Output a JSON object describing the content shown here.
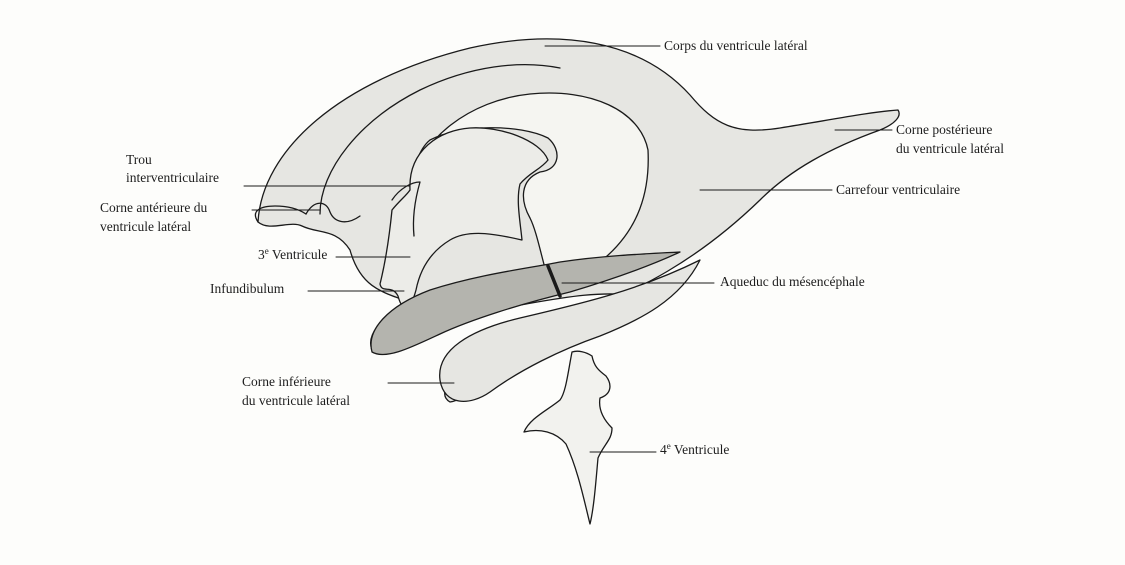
{
  "diagram": {
    "colors": {
      "outline": "#1a1a1a",
      "ventricle_fill": "#e6e6e2",
      "aqueduct_fill": "#b4b4ae",
      "background": "#fdfdfb"
    },
    "labels": {
      "corps": "Corps du ventricule latéral",
      "corne_post_1": "Corne postérieure",
      "corne_post_2": "du ventricule latéral",
      "carrefour": "Carrefour ventriculaire",
      "trou_1": "Trou",
      "trou_2": "interventriculaire",
      "corne_ant_1": "Corne antérieure du",
      "corne_ant_2": "ventricule latéral",
      "troisieme_num": "3",
      "troisieme_sup": "e",
      "troisieme_word": " Ventricule",
      "infundibulum": "Infundibulum",
      "aqueduc": "Aqueduc du mésencéphale",
      "corne_inf_1": "Corne inférieure",
      "corne_inf_2": "du ventricule latéral",
      "quatrieme_num": "4",
      "quatrieme_sup": "e",
      "quatrieme_word": " Ventricule"
    }
  }
}
